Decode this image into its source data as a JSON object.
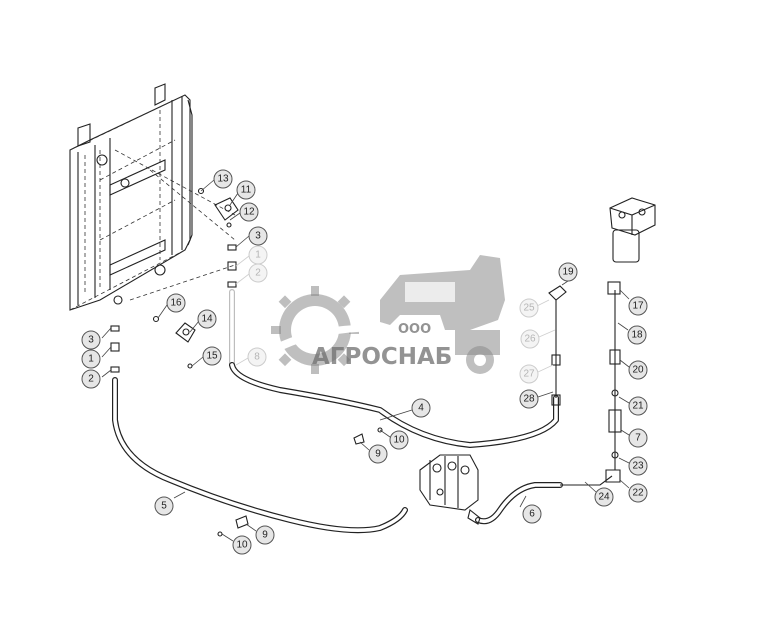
{
  "watermark": {
    "line1": "ООО",
    "line2": "АГРОСНАБ"
  },
  "callouts": [
    {
      "id": "c1",
      "label": "13"
    },
    {
      "id": "c2",
      "label": "11"
    },
    {
      "id": "c3",
      "label": "12"
    },
    {
      "id": "c4",
      "label": "3"
    },
    {
      "id": "c5",
      "label": "1"
    },
    {
      "id": "c6",
      "label": "2"
    },
    {
      "id": "c7",
      "label": "8"
    },
    {
      "id": "c8",
      "label": "16"
    },
    {
      "id": "c9",
      "label": "14"
    },
    {
      "id": "c10",
      "label": "15"
    },
    {
      "id": "c11",
      "label": "3"
    },
    {
      "id": "c12",
      "label": "1"
    },
    {
      "id": "c13",
      "label": "2"
    },
    {
      "id": "c14",
      "label": "4"
    },
    {
      "id": "c15",
      "label": "10"
    },
    {
      "id": "c16",
      "label": "9"
    },
    {
      "id": "c17",
      "label": "5"
    },
    {
      "id": "c18",
      "label": "10"
    },
    {
      "id": "c19",
      "label": "9"
    },
    {
      "id": "c20",
      "label": "6"
    },
    {
      "id": "c21",
      "label": "19"
    },
    {
      "id": "c22",
      "label": "25"
    },
    {
      "id": "c23",
      "label": "26"
    },
    {
      "id": "c24",
      "label": "27"
    },
    {
      "id": "c25",
      "label": "28"
    },
    {
      "id": "c26",
      "label": "17"
    },
    {
      "id": "c27",
      "label": "18"
    },
    {
      "id": "c28",
      "label": "20"
    },
    {
      "id": "c29",
      "label": "21"
    },
    {
      "id": "c30",
      "label": "7"
    },
    {
      "id": "c31",
      "label": "23"
    },
    {
      "id": "c32",
      "label": "22"
    },
    {
      "id": "c33",
      "label": "24"
    }
  ]
}
